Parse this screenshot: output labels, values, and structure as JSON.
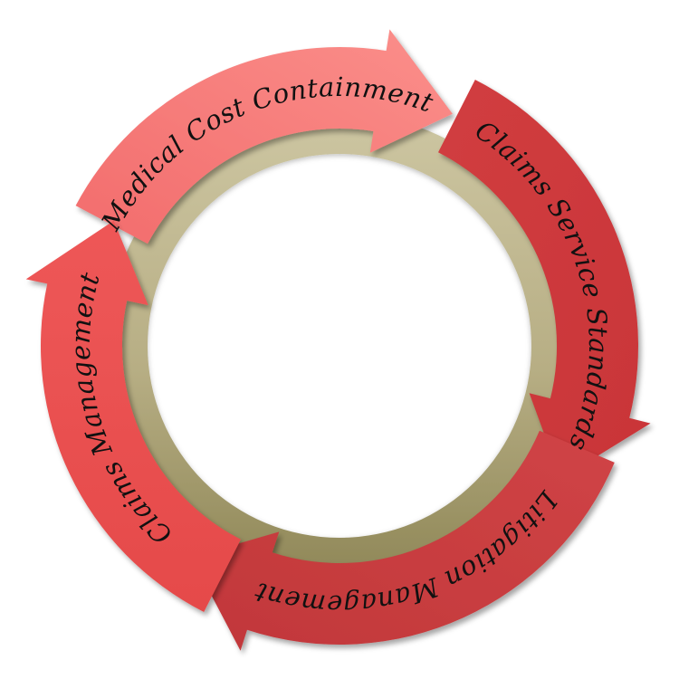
{
  "diagram": {
    "type": "cycle",
    "ring": {
      "colors": {
        "light": "#cdc6a2",
        "dark": "#8f8757"
      }
    },
    "steps": [
      {
        "label": "Medical Cost Containment",
        "color": "#f26c6c"
      },
      {
        "label": "Claims Service Standards",
        "color": "#cf3a3d"
      },
      {
        "label": "Litigation Management",
        "color": "#c93c3f"
      },
      {
        "label": "Claims Management",
        "color": "#e64b4b"
      }
    ]
  }
}
